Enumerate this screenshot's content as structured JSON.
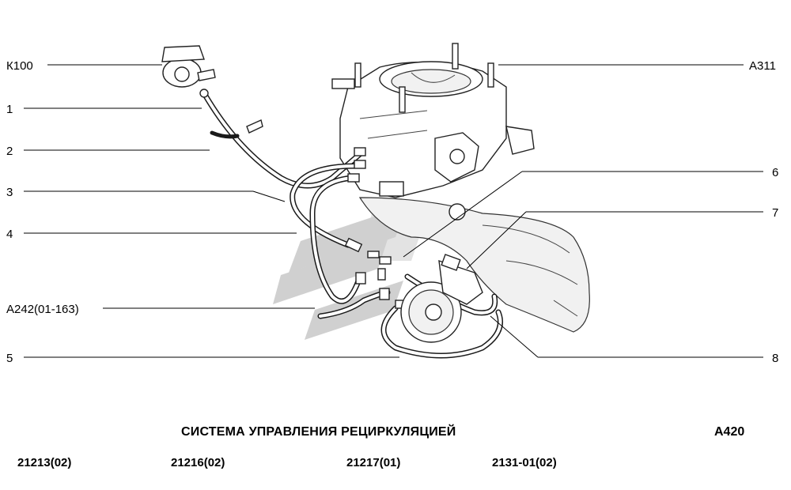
{
  "callouts": {
    "k100": "К100",
    "c1": "1",
    "c2": "2",
    "c3": "3",
    "c4": "4",
    "a242": "А242(01-163)",
    "c5": "5",
    "a311": "А311",
    "c6": "6",
    "c7": "7",
    "c8": "8"
  },
  "footer": {
    "title": "СИСТЕМА УПРАВЛЕНИЯ РЕЦИРКУЛЯЦИЕЙ",
    "code": "А420",
    "models": [
      "21213(02)",
      "21216(02)",
      "21217(01)",
      "2131-01(02)"
    ]
  },
  "colors": {
    "ink": "#000000",
    "watermark": "#d0d0d0",
    "background": "#ffffff"
  }
}
